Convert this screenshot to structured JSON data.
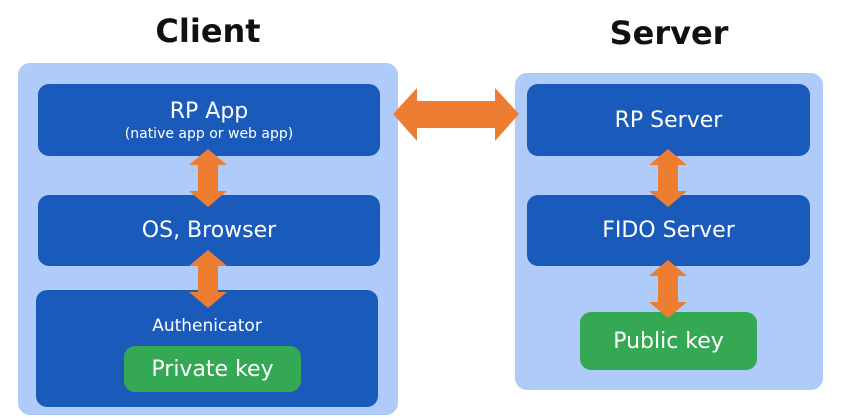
{
  "client": {
    "title": "Client",
    "rp_app": {
      "label": "RP App",
      "sublabel": "(native app or web app)"
    },
    "os_browser": {
      "label": "OS, Browser"
    },
    "authenticator": {
      "label": "Authenicator",
      "key": "Private key"
    }
  },
  "server": {
    "title": "Server",
    "rp_server": {
      "label": "RP Server"
    },
    "fido_server": {
      "label": "FIDO Server"
    },
    "key": "Public key"
  },
  "colors": {
    "panel": "#aecbfa",
    "box": "#1a5abb",
    "key": "#34a853",
    "arrow": "#ed7e31"
  }
}
